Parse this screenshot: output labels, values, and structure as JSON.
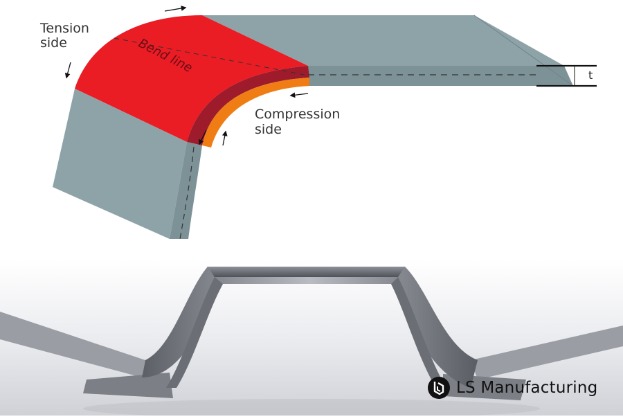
{
  "diagram": {
    "labels": {
      "tension_side": [
        "Tension",
        "side"
      ],
      "compression_side": [
        "Compression",
        "side"
      ],
      "bend_line": "Bend line",
      "thickness": "t"
    }
  },
  "watermark": {
    "brand": "LS Manufacturing"
  }
}
